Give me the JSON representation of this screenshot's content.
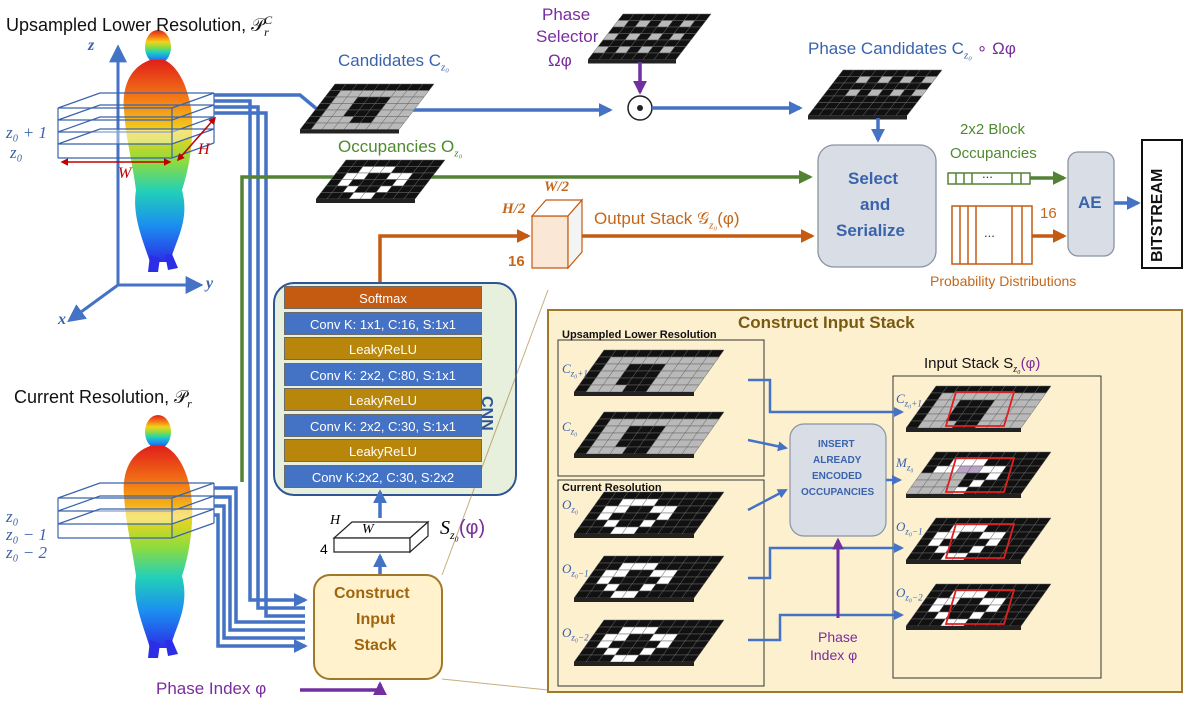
{
  "labels": {
    "upsampled_title": "Upsampled Lower Resolution, 𝒫",
    "upsampled_sup": "C",
    "upsampled_sub": "r",
    "current_title": "Current Resolution, 𝒫",
    "current_sub": "r",
    "axis_z": "z",
    "axis_y": "y",
    "axis_x": "x",
    "dim_H": "H",
    "dim_W": "W",
    "slice_z0_plus1": "z₀ + 1",
    "slice_z0": "z₀",
    "cur_z0": "z₀",
    "cur_z0_minus1": "z₀ − 1",
    "cur_z0_minus2": "z₀ − 2",
    "candidates": "Candidates C",
    "candidates_sub": "z₀",
    "occupancies": "Occupancies O",
    "occupancies_sub": "z₀",
    "phase_selector_1": "Phase",
    "phase_selector_2": "Selector",
    "omega": "Ωφ",
    "odot": "⊙",
    "phase_candidates": "Phase Candidates C",
    "phase_candidates_sub": "z₀",
    "phase_candidates_tail": " ∘ Ωφ",
    "block_occ_1": "2x2 Block",
    "block_occ_2": "Occupancies",
    "ellipsis": "...",
    "select_1": "Select",
    "select_2": "and",
    "select_3": "Serialize",
    "ae": "AE",
    "bitstream": "BITSTREAM",
    "sixteen_right": "16",
    "prob_dist": "Probability Distributions",
    "output_stack": "Output Stack 𝒢",
    "output_stack_sub": "z₀",
    "output_stack_tail": "(φ)",
    "cube_W2": "W/2",
    "cube_H2": "H/2",
    "cube_16": "16",
    "cnn": "CNN",
    "in_H": "H",
    "in_W": "W",
    "in_4": "4",
    "s_label": "S",
    "s_sub": "z₀",
    "s_tail": "(φ)",
    "construct_1": "Construct",
    "construct_2": "Input",
    "construct_3": "Stack",
    "phase_index": "Phase Index φ"
  },
  "cnn_layers": [
    {
      "label": "Softmax",
      "kind": "soft"
    },
    {
      "label": "Conv K: 1x1, C:16, S:1x1",
      "kind": "conv"
    },
    {
      "label": "LeakyReLU",
      "kind": "relu"
    },
    {
      "label": "Conv K: 2x2, C:80, S:1x1",
      "kind": "conv"
    },
    {
      "label": "LeakyReLU",
      "kind": "relu"
    },
    {
      "label": "Conv K: 2x2, C:30, S:1x1",
      "kind": "conv"
    },
    {
      "label": "LeakyReLU",
      "kind": "relu"
    },
    {
      "label": "Conv K:2x2, C:30, S:2x2",
      "kind": "conv"
    }
  ],
  "detail": {
    "title": "Construct Input Stack",
    "upsampled_box": "Upsampled Lower Resolution",
    "current_box": "Current Resolution",
    "input_stack": "Input Stack S",
    "input_stack_sub": "z₀",
    "input_stack_tail": "(φ)",
    "c_plus1": "C",
    "c_plus1_sub": "z₀+1",
    "c0": "C",
    "c0_sub": "z₀",
    "o0": "O",
    "o0_sub": "z₀",
    "o1": "O",
    "o1_sub": "z₀−1",
    "o2": "O",
    "o2_sub": "z₀−2",
    "insert_1": "INSERT",
    "insert_2": "ALREADY",
    "insert_3": "ENCODED",
    "insert_4": "OCCUPANCIES",
    "phase_1": "Phase",
    "phase_2": "Index φ",
    "r_c_plus1": "C",
    "r_c_plus1_sub": "z₀+1",
    "r_m": "M",
    "r_m_sub": "z₀",
    "r_o1": "O",
    "r_o1_sub": "z₀−1",
    "r_o2": "O",
    "r_o2_sub": "z₀−2"
  },
  "colors": {
    "blue": "#4472c4",
    "green": "#548235",
    "orange": "#c55a11",
    "purple": "#7030a0",
    "panel_fill": "#fdf0cf",
    "panel_border": "#a0782a",
    "cnn_fill": "#e7f0dd"
  }
}
